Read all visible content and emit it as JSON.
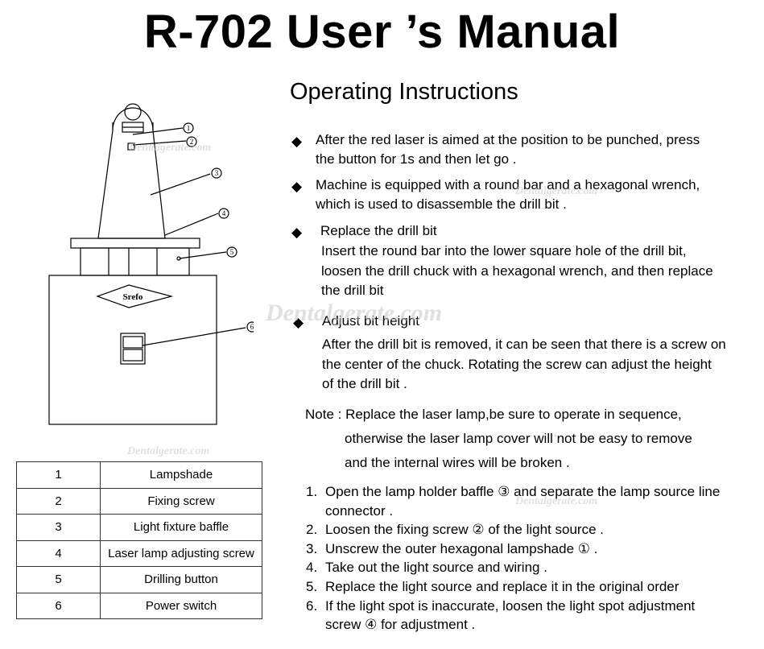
{
  "title": "R-702 User ’s Manual",
  "section_heading": "Operating Instructions",
  "bullets": [
    {
      "lines": [
        "After the red laser is aimed at the position to be punched, press",
        "the button for 1s and then let go ."
      ]
    },
    {
      "lines": [
        "Machine is equipped with a round bar and a hexagonal wrench,",
        "which is used to disassemble the drill bit ."
      ]
    },
    {
      "heading": "Replace the drill bit",
      "lines": [
        "Insert the round bar into the lower square hole of the drill bit,",
        "loosen the drill chuck with a hexagonal wrench, and then replace",
        "the drill bit"
      ]
    },
    {
      "heading": "Adjust bit height",
      "lines": [
        "After the drill bit is removed, it can be seen that there is a screw on",
        "the center of the chuck. Rotating the screw can adjust the height",
        "of the drill bit ."
      ]
    }
  ],
  "bullet_symbol": "◆",
  "note": {
    "lines": [
      "Note : Replace the laser lamp,be sure to operate in sequence,",
      "otherwise the laser lamp cover will not be easy to remove",
      "and the internal wires will be broken ."
    ]
  },
  "steps": [
    {
      "num": "1.",
      "lines": [
        "Open the lamp holder baffle ③ and separate the lamp source line",
        "connector ."
      ]
    },
    {
      "num": "2.",
      "lines": [
        "Loosen the fixing screw ② of the light source ."
      ]
    },
    {
      "num": "3.",
      "lines": [
        "Unscrew the outer hexagonal lampshade ① ."
      ]
    },
    {
      "num": "4.",
      "lines": [
        "Take out the light source and wiring ."
      ]
    },
    {
      "num": "5.",
      "lines": [
        "Replace the light source and replace it in the original order"
      ]
    },
    {
      "num": "6.",
      "lines": [
        "If the light spot is inaccurate, loosen the light spot adjustment",
        "screw ④ for adjustment ."
      ]
    }
  ],
  "legend_table": [
    {
      "num": "1",
      "name": "Lampshade"
    },
    {
      "num": "2",
      "name": "Fixing screw"
    },
    {
      "num": "3",
      "name": "Light fixture baffle"
    },
    {
      "num": "4",
      "name": "Laser lamp adjusting screw"
    },
    {
      "num": "5",
      "name": "Drilling button"
    },
    {
      "num": "6",
      "name": "Power switch"
    }
  ],
  "diagram": {
    "brand_label": "Srefo",
    "callouts": [
      "①",
      "②",
      "③",
      "④",
      "⑤",
      "⑥"
    ]
  },
  "watermark_text": "Dentalgerate.com"
}
